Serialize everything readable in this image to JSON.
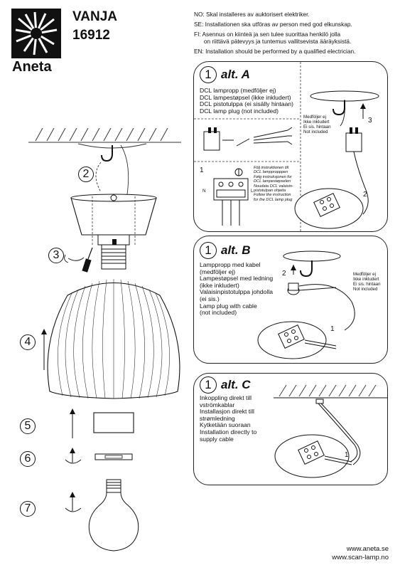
{
  "brand": {
    "name": "Aneta"
  },
  "product": {
    "name": "VANJA",
    "number": "16912"
  },
  "warnings": [
    "NO: Skal installeres av auktorisert elektriker.",
    "SE: Installationen ska utföras av person med god elkunskap.",
    "FI:  Asennus on kiinteä ja sen tulee suorittaa henkilö jolla",
    "      on riittävä pätevyys ja tuntemus vallitsevista ääräyksistä.",
    "EN: Installation should be performed by a qualified electrician."
  ],
  "steps": [
    "2",
    "3",
    "4",
    "5",
    "6",
    "7"
  ],
  "alt_a": {
    "number": "1",
    "label": "alt. A",
    "lines": [
      "DCL lampropp (medföljer ej)",
      "DCL lampestøpsel (ikke inkludert)",
      "DCL pistotulppa (ei sisälly hintaan)",
      "DCL lamp plug (not included)"
    ],
    "not_included": [
      "Medföljer ej",
      "Ikke inkludert",
      "Ei sis. hintaan",
      "Not included"
    ],
    "callout_3": "3",
    "callout_2": "2",
    "instr_num": "1",
    "instr": [
      "Följ instruktionen till",
      "DCL lamppropppen",
      "Følg instruksjonen for",
      "DCL lampestøpselen",
      "Noudata DCL valaisin-",
      "pistotulpan ohjeita",
      "Follow the instruction",
      "for the DCL lamp plug"
    ],
    "term_n": "N",
    "term_l": "L"
  },
  "alt_b": {
    "number": "1",
    "label": "alt. B",
    "lines": [
      "Lamppropp med kabel",
      "(medföljer ej)",
      "Lampestøpsel med ledning",
      "(ikke inkludert)",
      "Valaisinpistotulppa johdolla",
      "(ei sis.)",
      "Lamp plug with cable",
      "(not included)"
    ],
    "not_included": [
      "Medföljer ej",
      "Ikke inkludert",
      "Ei sis. hintaan",
      "Not included"
    ],
    "callout_2": "2",
    "callout_1": "1"
  },
  "alt_c": {
    "number": "1",
    "label": "alt. C",
    "lines": [
      "Inkoppling direkt till",
      "vströmkablar",
      "Installasjon direkt till",
      "strømledning",
      "Kytketään suoraan",
      "Installation directly to",
      "supply cable"
    ],
    "callout_1": "1"
  },
  "footer": [
    "www.aneta.se",
    "www.scan-lamp.no"
  ]
}
